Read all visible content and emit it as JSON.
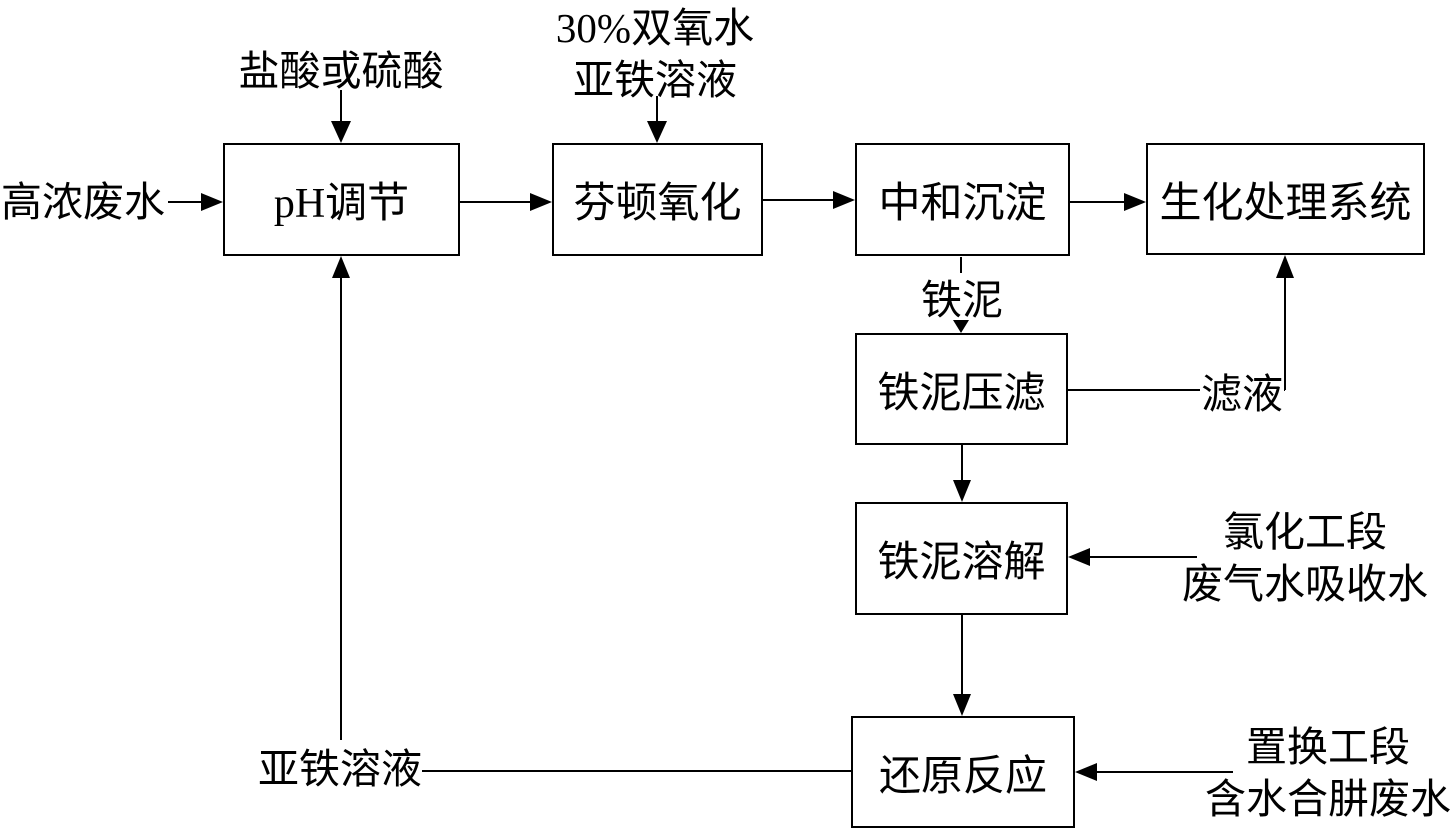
{
  "diagram": {
    "title_implicit": "高浓废水芬顿氧化处理工艺流程",
    "colors": {
      "line": "#000000",
      "background": "#ffffff",
      "box_fill": "#ffffff",
      "text": "#000000"
    },
    "boxes": {
      "ph": {
        "label": "pH调节"
      },
      "fenton": {
        "label": "芬顿氧化"
      },
      "neutralize": {
        "label": "中和沉淀"
      },
      "bio": {
        "label": "生化处理系统"
      },
      "press": {
        "label": "铁泥压滤"
      },
      "dissolve": {
        "label": "铁泥溶解"
      },
      "reduction": {
        "label": "还原反应"
      }
    },
    "labels": {
      "influent": "高浓废水",
      "acid_feed": "盐酸或硫酸",
      "fenton_feed_line1": "30%双氧水",
      "fenton_feed_line2": "亚铁溶液",
      "iron_mud": "铁泥",
      "filtrate": "滤液",
      "chlorination_line1": "氯化工段",
      "chlorination_line2": "废气水吸收水",
      "replacement_line1": "置换工段",
      "replacement_line2": "含水合肼废水",
      "ferrous_solution_recycle": "亚铁溶液"
    },
    "flows": [
      "高浓废水 → pH调节",
      "盐酸或硫酸 → pH调节",
      "30%双氧水/亚铁溶液 → 芬顿氧化",
      "pH调节 → 芬顿氧化",
      "芬顿氧化 → 中和沉淀",
      "中和沉淀 → 生化处理系统",
      "中和沉淀 → 铁泥 → 铁泥压滤",
      "铁泥压滤 → 滤液 → 生化处理系统",
      "铁泥压滤 → 铁泥溶解",
      "氯化工段废气水吸收水 → 铁泥溶解",
      "铁泥溶解 → 还原反应",
      "置换工段含水合肼废水 → 还原反应",
      "还原反应 → 亚铁溶液 → pH调节"
    ]
  }
}
